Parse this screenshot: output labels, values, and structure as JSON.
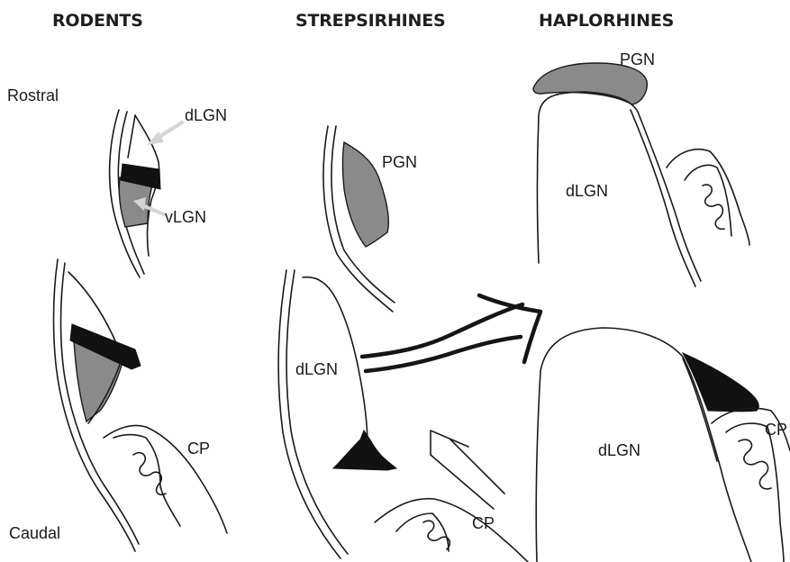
{
  "headings": {
    "rodents": "RODENTS",
    "strepsirhines": "STREPSIRHINES",
    "haplorhines": "HAPLORHINES"
  },
  "axis_labels": {
    "rostral": "Rostral",
    "caudal": "Caudal"
  },
  "rodents": {
    "upper": {
      "dlgn": "dLGN",
      "vlgn": "vLGN"
    },
    "lower": {
      "cp": "CP"
    }
  },
  "strepsirhines": {
    "upper": {
      "pgn": "PGN"
    },
    "lower": {
      "dlgn": "dLGN",
      "cp": "CP"
    }
  },
  "haplorhines": {
    "upper": {
      "pgn": "PGN",
      "dlgn": "dLGN"
    },
    "lower": {
      "dlgn": "dLGN",
      "cp": "CP"
    }
  },
  "colors": {
    "grey_layer": "#8a8a8a",
    "black_layer": "#111111",
    "pointer": "#d4d4d4"
  }
}
